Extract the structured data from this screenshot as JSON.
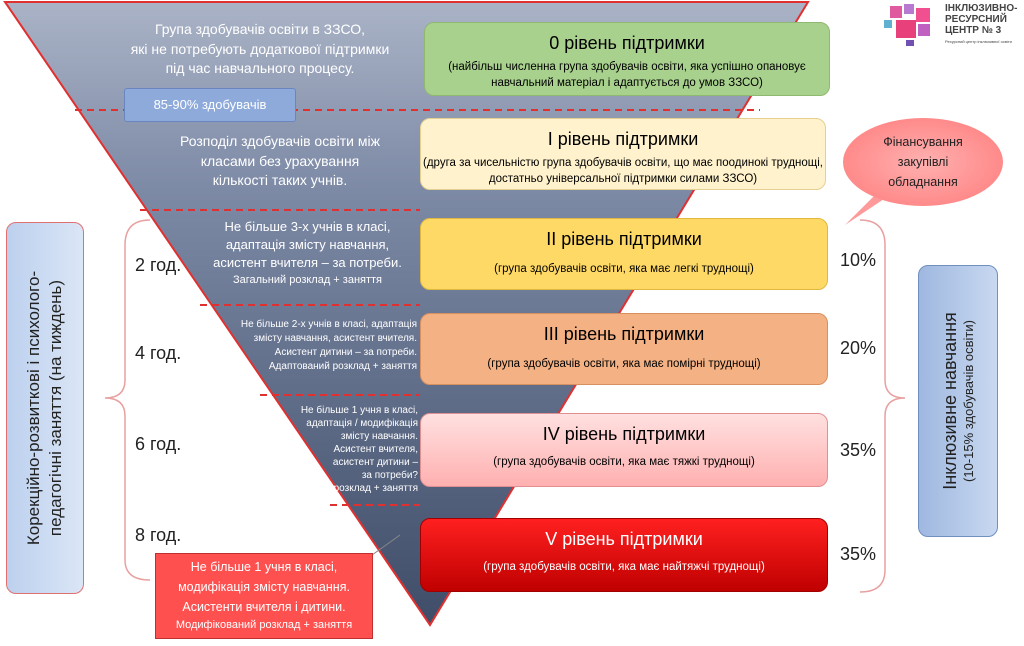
{
  "logo": {
    "line1": "ІНКЛЮЗИВНО-",
    "line2": "РЕСУРСНИЙ",
    "line3": "ЦЕНТР № 3",
    "tagline": "Ресурсний центр інклюзивної освіти"
  },
  "triangle": {
    "t0": [
      "Група здобувачів освіти в ЗЗСО,",
      "які не потребують додаткової підтримки",
      "під час навчального процесу."
    ],
    "badge0": "85-90% здобувачів",
    "t1": [
      "Розподіл здобувачів освіти між",
      "класами без урахування",
      "кількості таких учнів."
    ],
    "t2": [
      "Не більше 3-х учнів в класі,",
      "адаптація змісту навчання,",
      "асистент вчителя – за потреби.",
      "Загальний розклад + заняття"
    ],
    "t3": [
      "Не більше 2-х учнів в класі, адаптація",
      "змісту навчання, асистент вчителя.",
      "Асистент дитини – за потреби.",
      "Адаптований розклад + заняття"
    ],
    "t4": [
      "Не більше 1 учня в класі,",
      "адаптація / модифікація",
      "змісту навчання.",
      "Асистент вчителя,",
      "асистент дитини –",
      "за потреби?",
      "А/М розклад + заняття"
    ],
    "t5": [
      "Не більше 1 учня в класі,",
      "модифікація змісту навчання.",
      "Асистенти вчителя і дитини.",
      "Модифікований розклад + заняття"
    ]
  },
  "levels": [
    {
      "title": "0 рівень підтримки",
      "desc": "(найбільш численна група здобувачів освіти, яка успішно опановує навчальний матеріал і адаптується до умов ЗЗСО)",
      "color": "#a9d18e"
    },
    {
      "title": "І рівень підтримки",
      "desc": "(друга за чисельністю група здобувачів освіти, що має поодинокі труднощі, достатньо універсальної підтримки силами ЗЗСО)",
      "color": "#fff2cc"
    },
    {
      "title": "ІІ рівень підтримки",
      "desc": "(група здобувачів освіти, яка має легкі труднощі)",
      "color": "#ffd966"
    },
    {
      "title": "ІІІ рівень підтримки",
      "desc": "(група здобувачів освіти, яка має помірні труднощі)",
      "color": "#f4b183"
    },
    {
      "title": "IV рівень підтримки",
      "desc": "(група здобувачів освіти, яка має тяжкі труднощі)",
      "color": "#ffc7c7"
    },
    {
      "title": "V рівень підтримки",
      "desc": "(група здобувачів освіти, яка має найтяжчі труднощі)",
      "color": "#e00000"
    }
  ],
  "percents": [
    "10%",
    "20%",
    "35%",
    "35%"
  ],
  "hours": [
    "2 год.",
    "4 год.",
    "6 год.",
    "8 год."
  ],
  "left_label": {
    "line1": "Корекційно-розвиткові і психолого-",
    "line2": "педагогічні заняття (на тиждень)"
  },
  "right_label": {
    "title": "Інклюзивне навчання",
    "sub": "(10-15% здобувачів освіти)"
  },
  "bubble": "Фінансування закупівлі обладнання"
}
